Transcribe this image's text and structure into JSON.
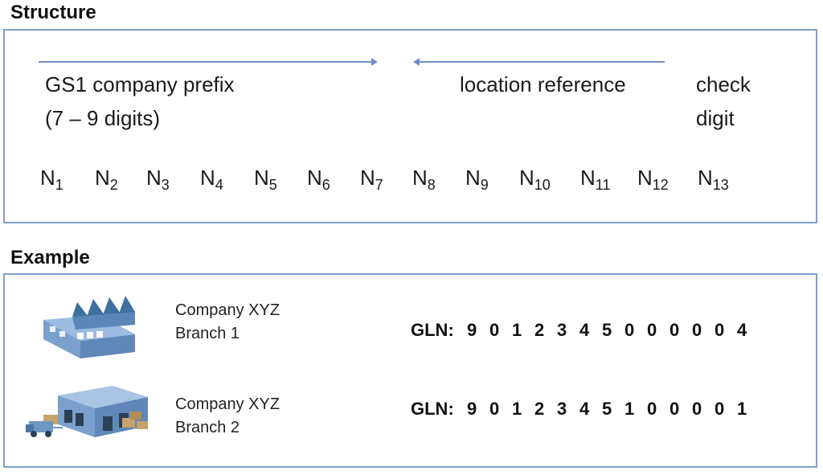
{
  "structure": {
    "heading": "Structure",
    "prefix_label_line1": "GS1 company prefix",
    "prefix_label_line2": "(7 – 9 digits)",
    "location_label": "location reference",
    "check_label_line1": "check",
    "check_label_line2": "digit",
    "digits": [
      {
        "base": "N",
        "sub": "1"
      },
      {
        "base": "N",
        "sub": "2"
      },
      {
        "base": "N",
        "sub": "3"
      },
      {
        "base": "N",
        "sub": "4"
      },
      {
        "base": "N",
        "sub": "5"
      },
      {
        "base": "N",
        "sub": "6"
      },
      {
        "base": "N",
        "sub": "7"
      },
      {
        "base": "N",
        "sub": "8"
      },
      {
        "base": "N",
        "sub": "9"
      },
      {
        "base": "N",
        "sub": "10"
      },
      {
        "base": "N",
        "sub": "11"
      },
      {
        "base": "N",
        "sub": "12"
      },
      {
        "base": "N",
        "sub": "13"
      }
    ]
  },
  "example": {
    "heading": "Example",
    "branches": [
      {
        "icon": "factory-icon",
        "company": "Company XYZ",
        "branch": "Branch 1",
        "gln_label": "GLN:",
        "gln_digits": [
          "9",
          "0",
          "1",
          "2",
          "3",
          "4",
          "5",
          "0",
          "0",
          "0",
          "0",
          "0",
          "4"
        ]
      },
      {
        "icon": "warehouse-icon",
        "company": "Company XYZ",
        "branch": "Branch 2",
        "gln_label": "GLN:",
        "gln_digits": [
          "9",
          "0",
          "1",
          "2",
          "3",
          "4",
          "5",
          "1",
          "0",
          "0",
          "0",
          "0",
          "1"
        ]
      }
    ]
  },
  "colors": {
    "panel_border": "#7d9fcc",
    "arrow": "#6d90c4",
    "building": "#6f97c4",
    "roof": "#3f6f9f"
  }
}
